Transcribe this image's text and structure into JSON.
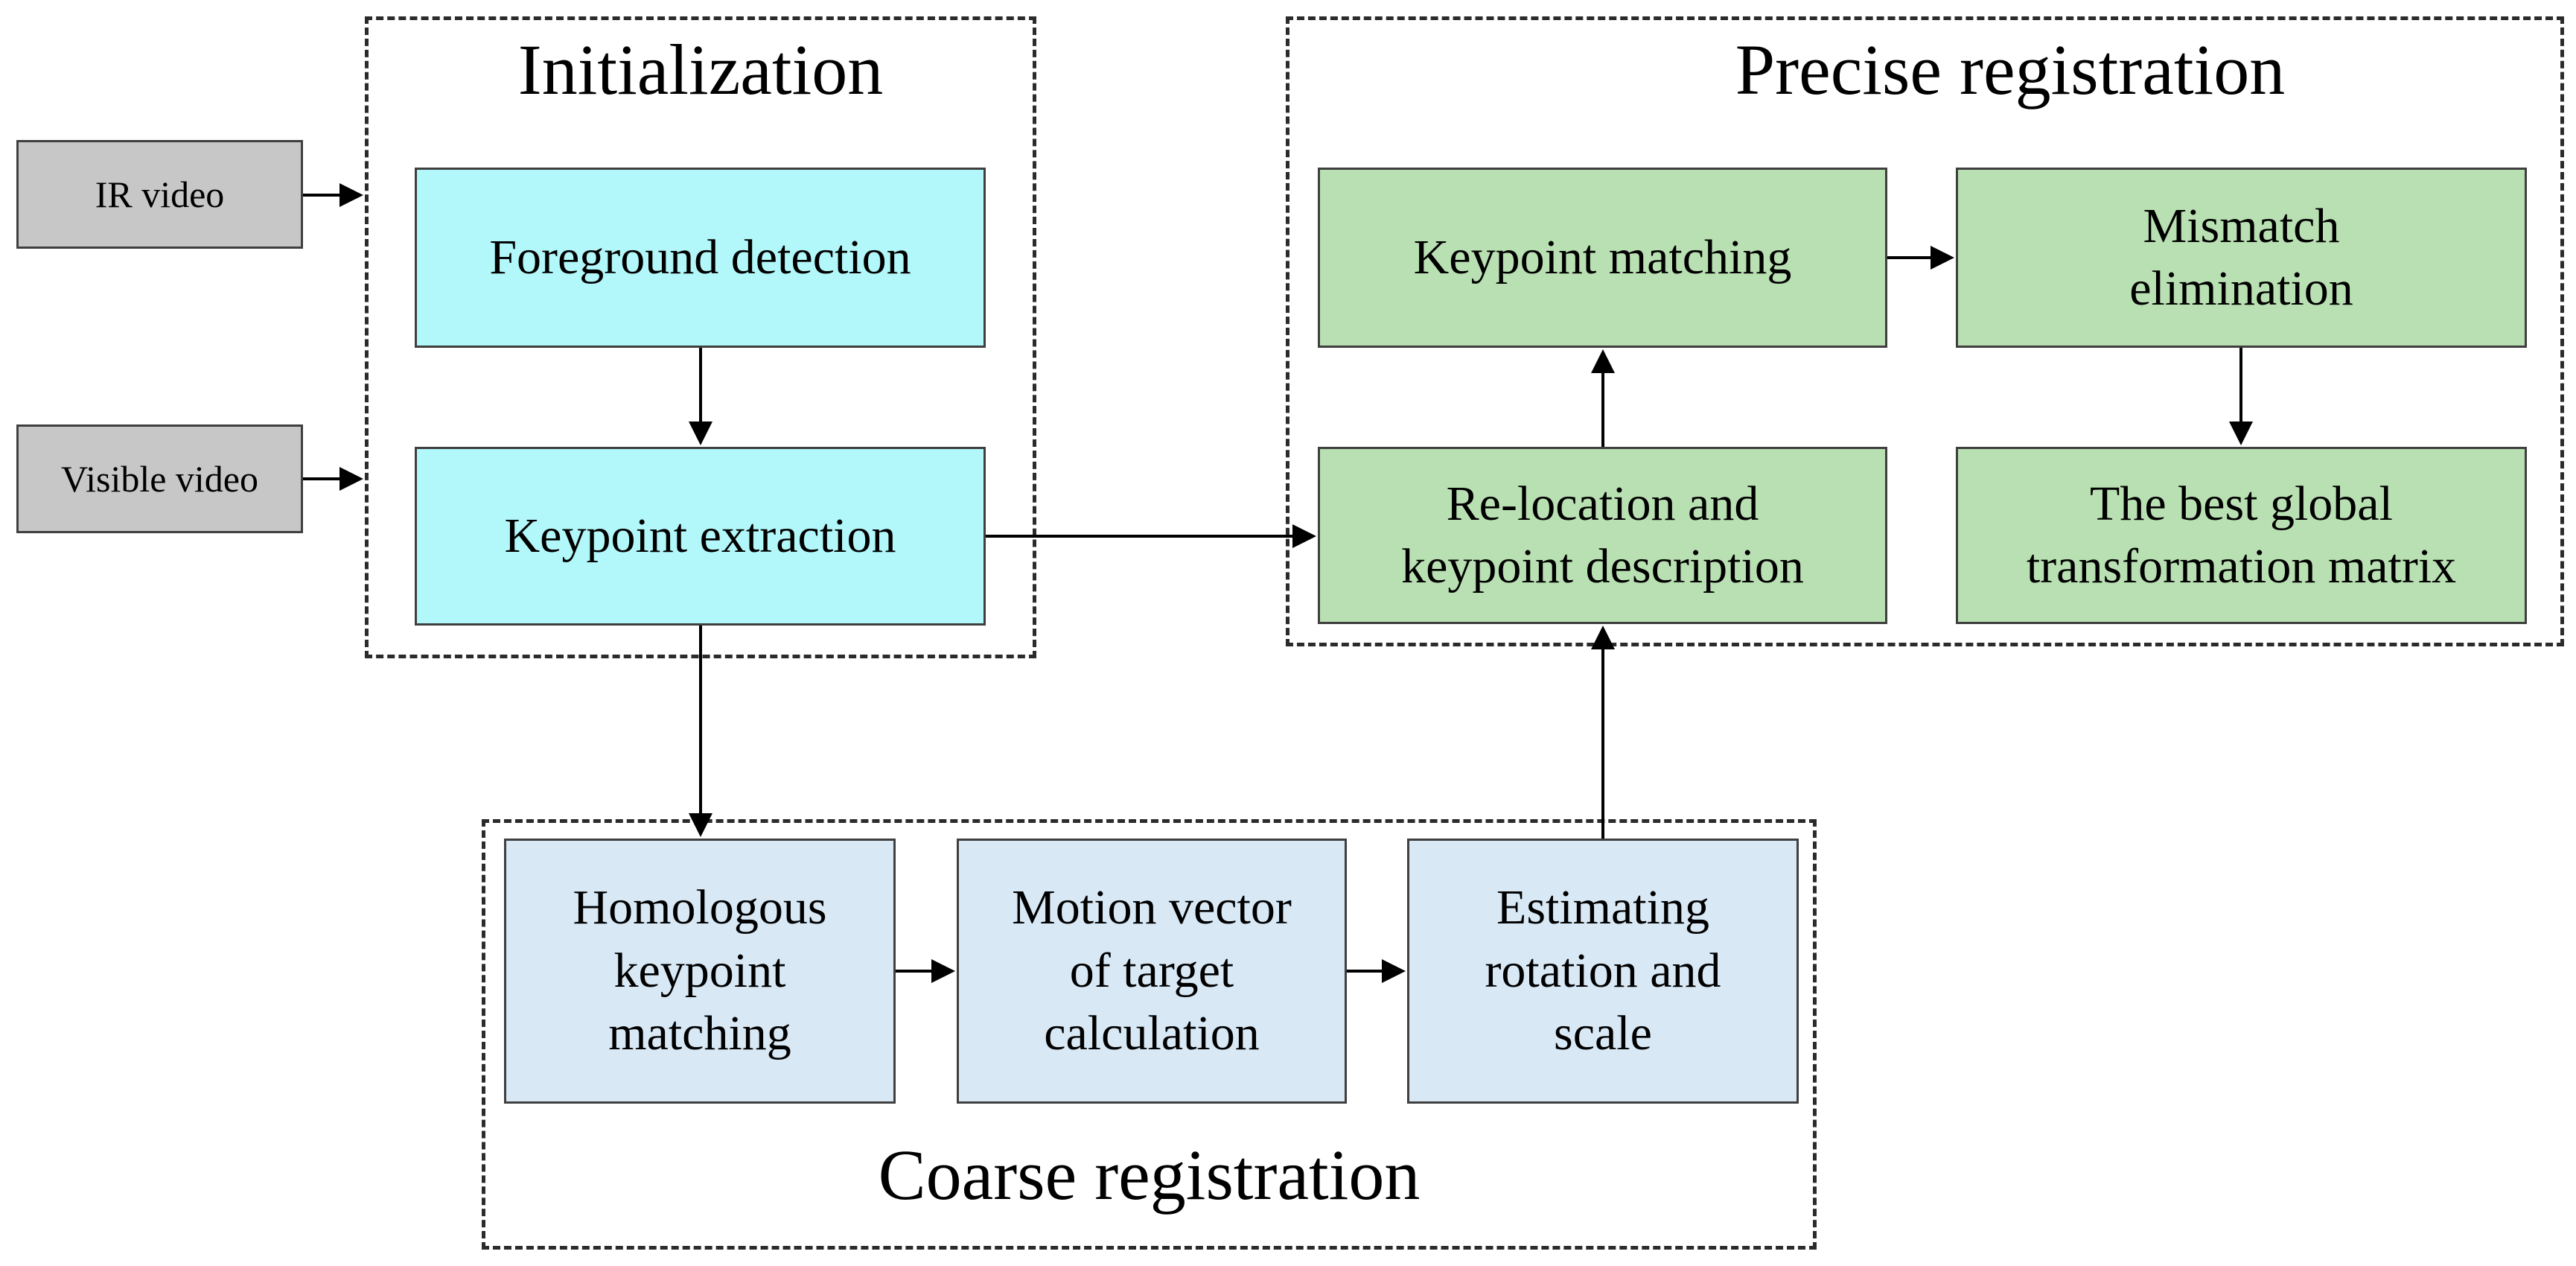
{
  "groups": {
    "initialization": {
      "title": "Initialization"
    },
    "precise": {
      "title": "Precise registration"
    },
    "coarse": {
      "title": "Coarse registration"
    }
  },
  "inputs": {
    "ir": "IR video",
    "visible": "Visible video"
  },
  "nodes": {
    "foreground": {
      "lines": [
        "Foreground detection"
      ]
    },
    "keypoint_extraction": {
      "lines": [
        "Keypoint extraction"
      ]
    },
    "keypoint_matching": {
      "lines": [
        "Keypoint matching"
      ]
    },
    "mismatch": {
      "lines": [
        "Mismatch",
        "elimination"
      ]
    },
    "relocation": {
      "lines": [
        "Re-location and",
        "keypoint description"
      ]
    },
    "best_matrix": {
      "lines": [
        "The best global",
        "transformation matrix"
      ]
    },
    "homologous": {
      "lines": [
        "Homologous",
        "keypoint",
        "matching"
      ]
    },
    "motion": {
      "lines": [
        "Motion vector",
        "of target",
        "calculation"
      ]
    },
    "estimating": {
      "lines": [
        "Estimating",
        "rotation and",
        "scale"
      ]
    }
  },
  "colors": {
    "input_fill": "#c7c7c7",
    "init_fill": "#b2f7f9",
    "precise_fill": "#b9e0b2",
    "coarse_fill": "#d8e8f5",
    "stroke": "#2b2b2b"
  }
}
